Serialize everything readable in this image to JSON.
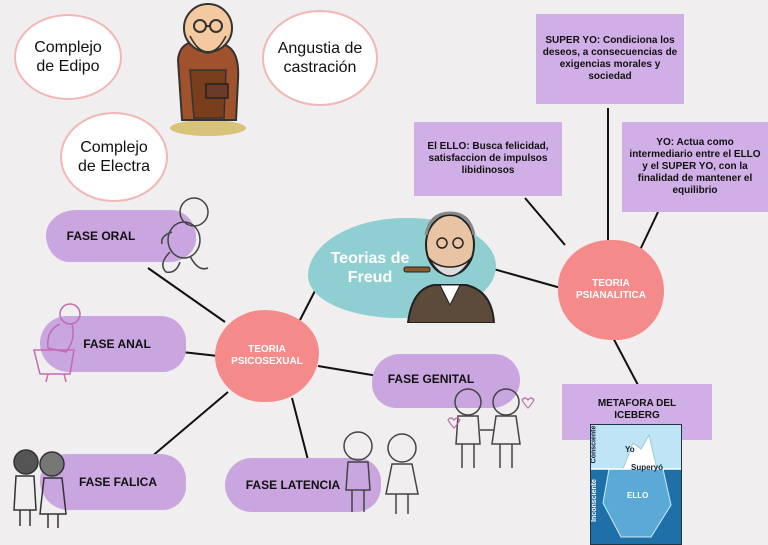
{
  "center": {
    "label": "Teorias de Freud"
  },
  "hubs": {
    "psicosexual": "TEORIA PSICOSEXUAL",
    "psianalitica": "TEORIA PSIANALITICA"
  },
  "phases": {
    "oral": "FASE ORAL",
    "anal": "FASE ANAL",
    "falica": "FASE FALICA",
    "latencia": "FASE LATENCIA",
    "genital": "FASE GENITAL"
  },
  "notes": {
    "super_yo": "SUPER YO: Condiciona los deseos, a consecuencias de exigencias morales y sociedad",
    "ello": "El ELLO: Busca felicidad, satisfaccion de impulsos libidinosos",
    "yo": "YO: Actua como intermediario entre el ELLO y el SUPER YO, con la finalidad de mantener el equilibrio",
    "metafora": "METAFORA DEL ICEBERG"
  },
  "clouds": {
    "edipo": "Complejo de Edipo",
    "castracion": "Angustia de castración",
    "electra": "Complejo de Electra"
  },
  "iceberg": {
    "consciente": "Consciente",
    "inconsciente": "Inconsciente",
    "yo": "Yo",
    "superyo": "Superyó",
    "ello": "ELLO"
  },
  "colors": {
    "background": "#f0eeee",
    "phase_purple": "#c9a6e0",
    "hub_coral": "#f48a8a",
    "center_teal": "#8fcfd1",
    "cloud_border": "#f2b6b6"
  }
}
